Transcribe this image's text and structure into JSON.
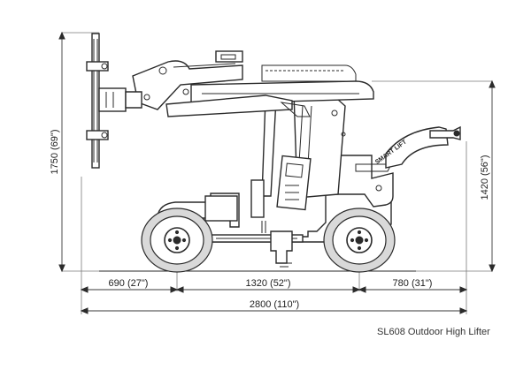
{
  "brand_decal": "SMART LIFT",
  "dimensions": {
    "overall_height": "1750 (69\")",
    "boom_height": "1420 (56\")",
    "rear_overhang": "690 (27\")",
    "wheelbase": "1320 (52\")",
    "front_overhang": "780 (31\")",
    "overall_length": "2800 (110\")"
  },
  "caption": "SL608 Outdoor High Lifter",
  "colors": {
    "line": "#2a2a2a",
    "tire": "#d9d9d9",
    "background": "#ffffff"
  }
}
